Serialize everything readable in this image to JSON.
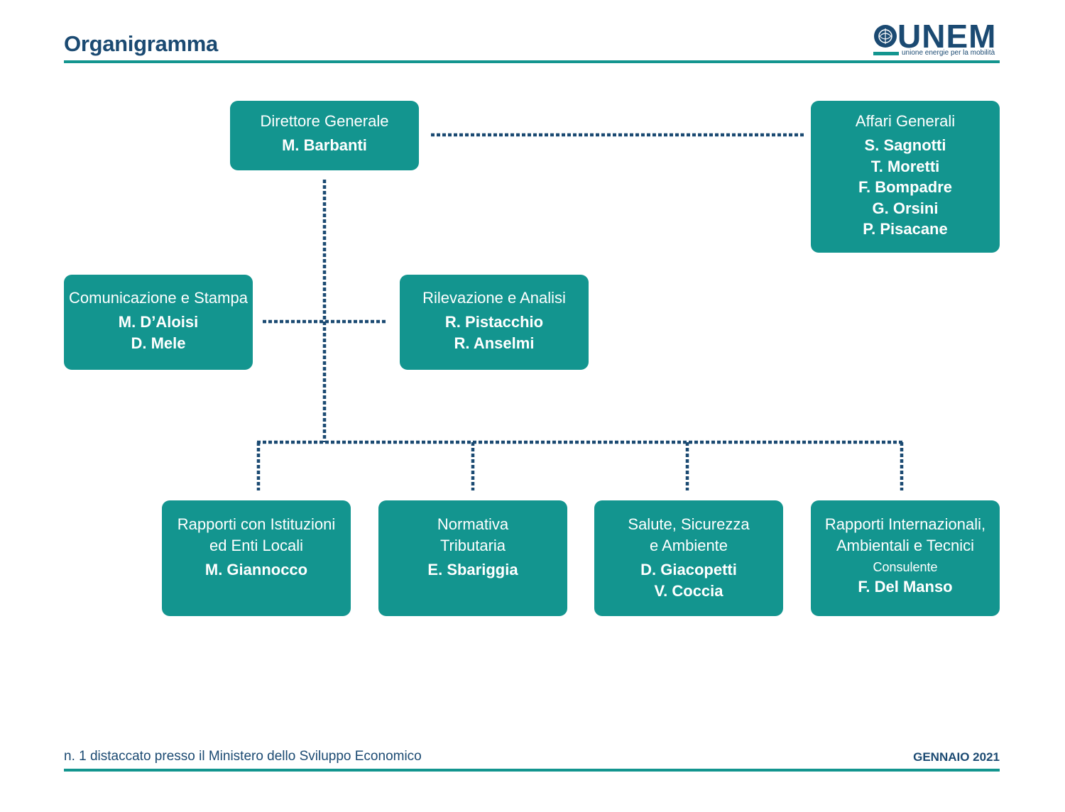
{
  "header": {
    "title": "Organigramma",
    "logo_text": "UNEM",
    "logo_tagline": "unione energie per la mobilità"
  },
  "units": [
    {
      "id": "dg",
      "title": "Direttore Generale",
      "names": [
        "M. Barbanti"
      ]
    },
    {
      "id": "ag",
      "title": "Affari Generali",
      "names": [
        "S. Sagnotti",
        "T. Moretti",
        "F. Bompadre",
        "G. Orsini",
        "P. Pisacane"
      ]
    },
    {
      "id": "cs",
      "title": "Comunicazione e Stampa",
      "names": [
        "M. D’Aloisi",
        "D. Mele"
      ]
    },
    {
      "id": "ra",
      "title": "Rilevazione e Analisi",
      "names": [
        "R. Pistacchio",
        "R. Anselmi"
      ]
    },
    {
      "id": "ri",
      "title": [
        "Rapporti con Istituzioni",
        "ed Enti Locali"
      ],
      "names": [
        "M. Giannocco"
      ]
    },
    {
      "id": "nt",
      "title": [
        "Normativa",
        "Tributaria"
      ],
      "names": [
        "E. Sbariggia"
      ]
    },
    {
      "id": "ssa",
      "title": [
        "Salute, Sicurezza",
        "e Ambiente"
      ],
      "names": [
        "D. Giacopetti",
        "V. Coccia"
      ]
    },
    {
      "id": "rit",
      "title": [
        "Rapporti Internazionali,",
        "Ambientali e Tecnici"
      ],
      "role": "Consulente",
      "names": [
        "F. Del Manso"
      ]
    }
  ],
  "footer": {
    "note": "n. 1 distaccato presso il Ministero dello Sviluppo Economico",
    "date": "GENNAIO 2021"
  },
  "colors": {
    "box": "#13958f",
    "primary": "#1b4a72",
    "connector": "#1b4a72"
  }
}
